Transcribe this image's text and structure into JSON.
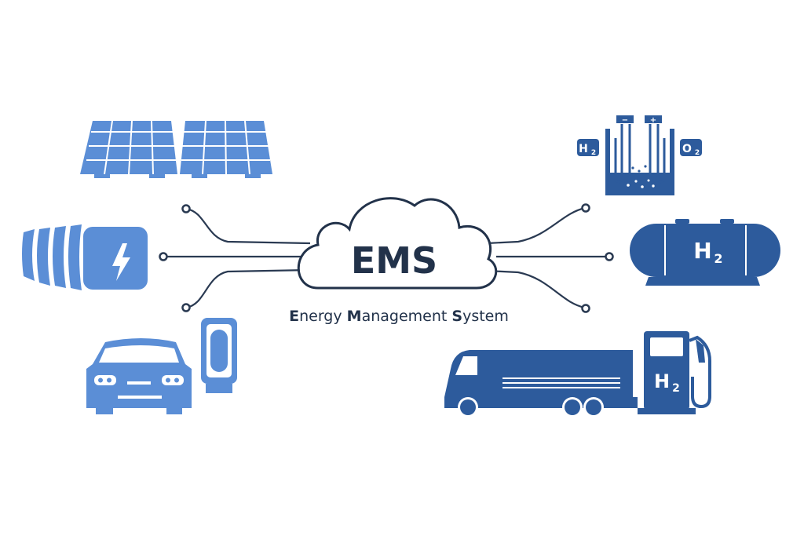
{
  "ems": {
    "abbreviation": "EMS",
    "subtitle_parts": [
      {
        "cap": "E",
        "rest": "nergy "
      },
      {
        "cap": "M",
        "rest": "anagement "
      },
      {
        "cap": "S",
        "rest": "ystem"
      }
    ]
  },
  "labels": {
    "h2": "H",
    "two": "2",
    "o2": "O",
    "minus": "−",
    "plus": "+"
  },
  "colors": {
    "light_blue": "#5b8ed6",
    "dark_blue": "#2d5b9c",
    "navy": "#22324a",
    "line": "#2a3a52"
  },
  "icons": [
    "solar-panels-icon",
    "battery-icon",
    "electric-car-icon",
    "charging-station-icon",
    "electrolyzer-icon",
    "hydrogen-tank-icon",
    "truck-icon",
    "hydrogen-pump-icon",
    "cloud-icon"
  ]
}
